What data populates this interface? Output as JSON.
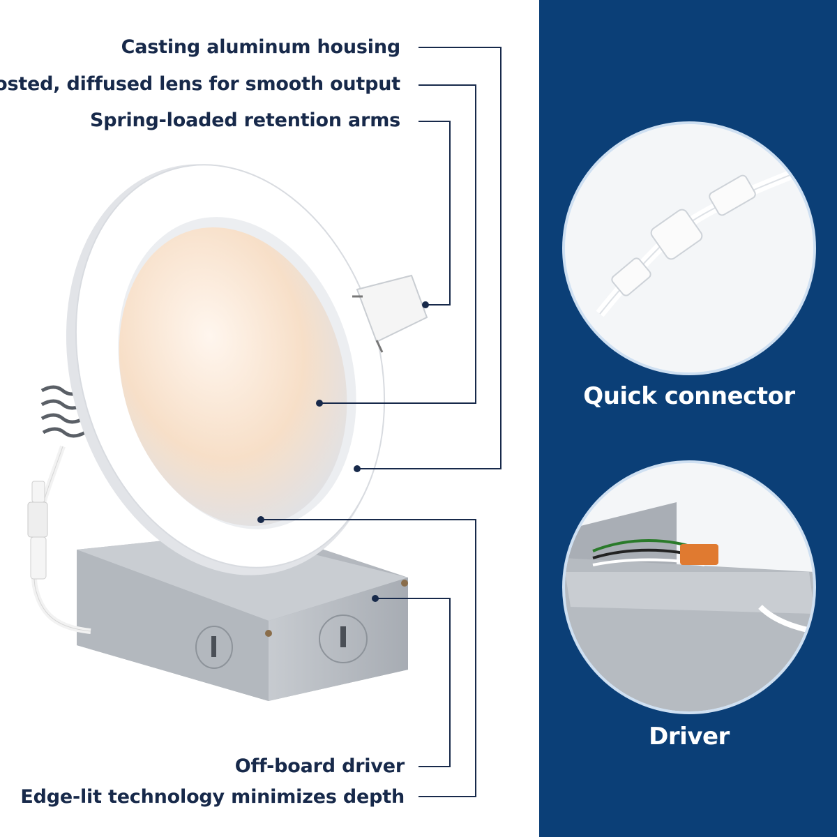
{
  "callouts": {
    "housing": "Casting aluminum housing",
    "lens": "Frosted, diffused lens for smooth output",
    "arms": "Spring-loaded retention arms",
    "driver": "Off-board driver",
    "edge": "Edge-lit technology minimizes depth"
  },
  "panels": {
    "connector_label": "Quick connector",
    "driver_label": "Driver"
  },
  "colors": {
    "panel_bg": "#0b3f77",
    "text": "#17294a",
    "line": "#17294a",
    "circle_ring": "#ffffff"
  },
  "icons": {
    "dot": "callout-dot"
  }
}
